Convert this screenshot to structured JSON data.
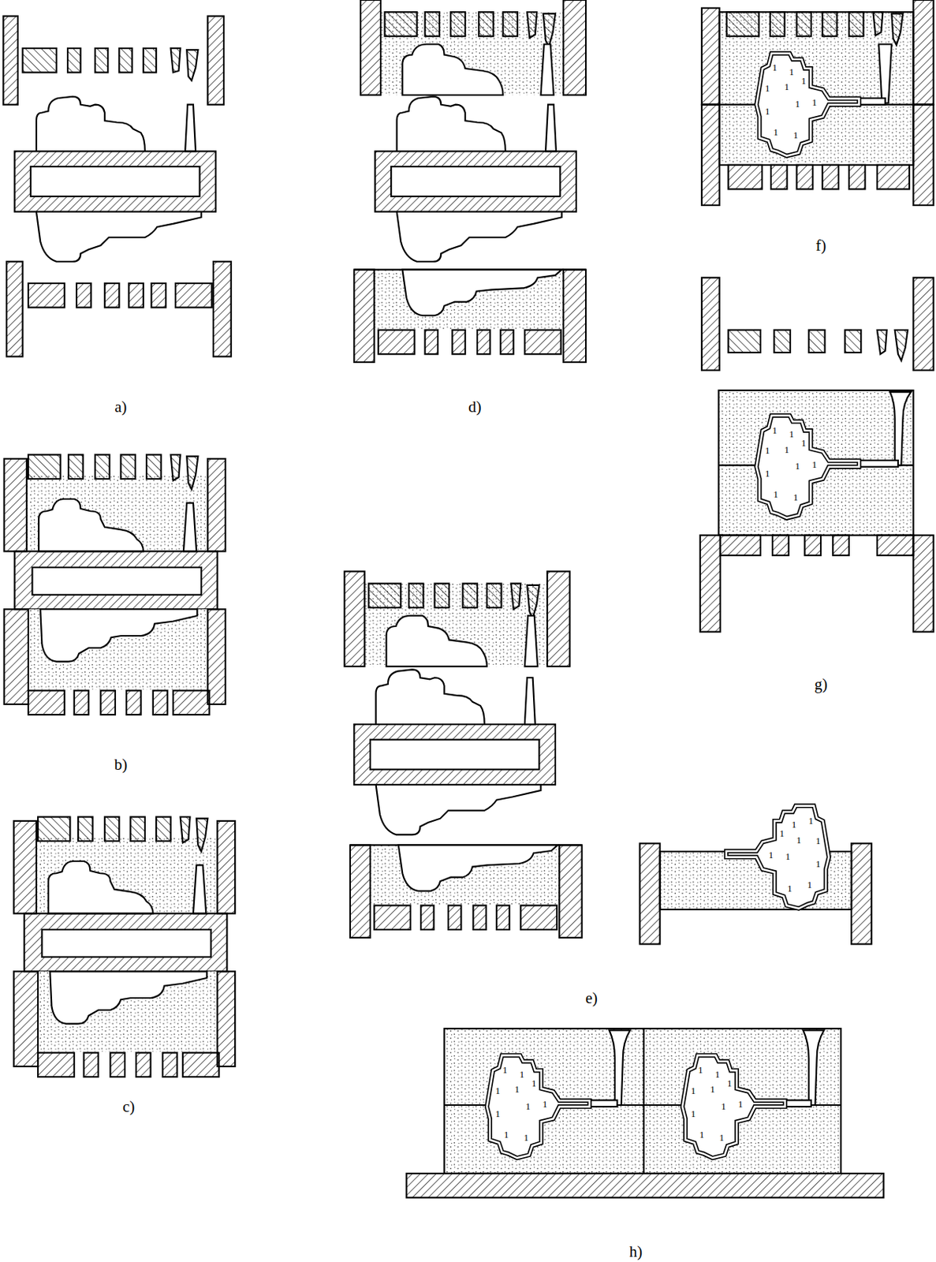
{
  "diagram": {
    "labels": [
      "a)",
      "b)",
      "c)",
      "d)",
      "e)",
      "f)",
      "g)",
      "h)",
      "1",
      "1",
      "1",
      "1",
      "1",
      "1",
      "1",
      "1",
      "1",
      "1",
      "1",
      "1",
      "1",
      "1",
      "1",
      "1",
      "1",
      "1",
      "1",
      "1",
      "1",
      "1",
      "1",
      "1",
      "1",
      "1",
      "1",
      "1",
      "1",
      "1",
      "1",
      "1",
      "1",
      "1",
      "1",
      "1",
      "1",
      "1",
      "1",
      "1",
      "1",
      "1",
      "1",
      "1",
      "1",
      "1",
      "1",
      "1",
      "1",
      "1"
    ]
  }
}
